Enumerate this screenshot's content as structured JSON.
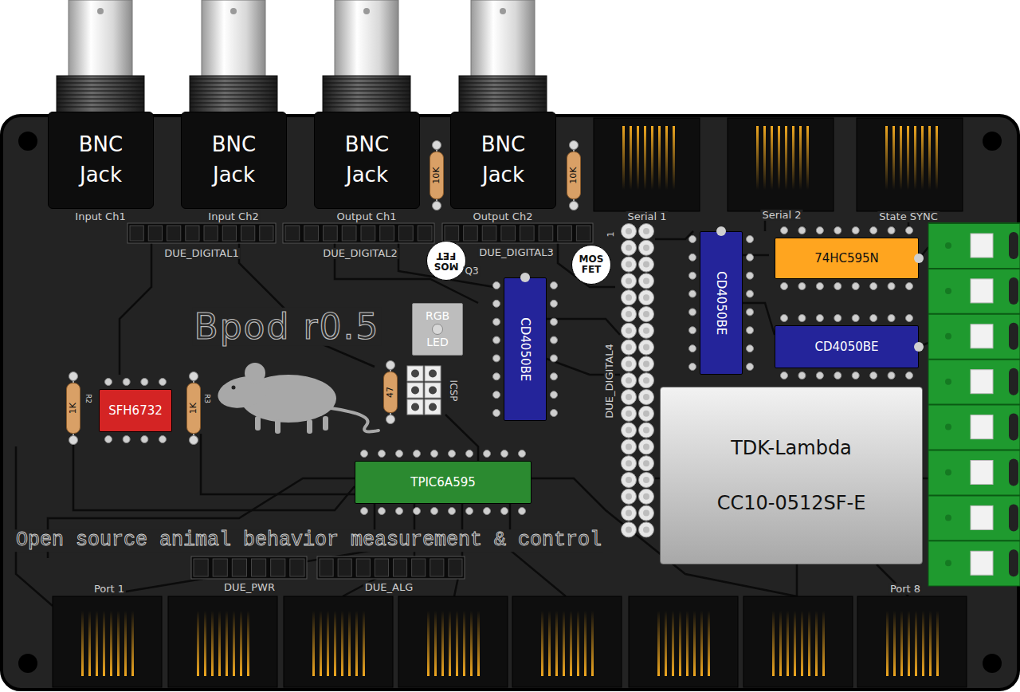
{
  "diagram": {
    "nodes": [
      {
        "text": [
          "BNC Jack"
        ]
      },
      {
        "text": [
          "BNC Jack"
        ]
      },
      {
        "text": [
          "BNC Jack"
        ]
      },
      {
        "text": [
          "10K"
        ]
      },
      {
        "text": [
          "BNC Jack"
        ]
      },
      {
        "text": [
          "10K"
        ]
      },
      {
        "text": [
          "MOS FET"
        ]
      },
      {
        "text": [
          "MOS FET"
        ]
      },
      {
        "text": [
          "CD4050BE"
        ]
      },
      {
        "text": [
          "74HC595N"
        ]
      },
      {
        "text": [
          "CD4050BE"
        ]
      },
      {
        "text": [
          "RGB",
          "LED"
        ]
      },
      {
        "text": [
          "CD4050BE"
        ]
      },
      {
        "text": [
          "1K"
        ]
      },
      {
        "text": [
          "SFH6732"
        ]
      },
      {
        "text": [
          "1K"
        ]
      },
      {
        "text": [
          "47"
        ]
      },
      {
        "text": [
          "TDK-Lambda",
          "CC10-0512SF-E"
        ]
      },
      {
        "text": [
          "TPIC6A595"
        ]
      }
    ],
    "labels": [
      "Input Ch1",
      "Input Ch2",
      "Output Ch1",
      "Output Ch2",
      "Serial 1",
      "Serial 2",
      "State SYNC",
      "DUE_DIGITAL1",
      "DUE_DIGITAL2",
      "DUE_DIGITAL3",
      "Q3",
      "1",
      "Bpod r0.5",
      "ICSP",
      "DUE_DIGITAL4",
      "R2",
      "R3",
      "Open source animal behavior measurement & control",
      "DUE_PWR",
      "DUE_ALG",
      "Port 1",
      "Port 8"
    ]
  }
}
